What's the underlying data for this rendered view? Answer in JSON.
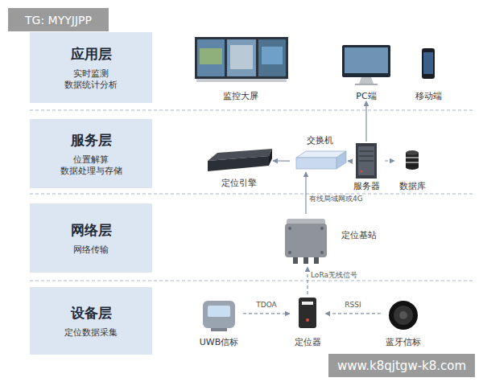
{
  "diagram": {
    "nodes": [
      {
        "text": [
          "应用层",
          "实时监测 数据统计分析"
        ]
      },
      {
        "text": [
          "监控大屏"
        ]
      },
      {
        "text": [
          "PC端"
        ]
      },
      {
        "text": [
          "移动端"
        ]
      },
      {
        "text": [
          "服务层",
          "位置解算 数据处理与存储"
        ]
      },
      {
        "text": [
          "定位引擎"
        ]
      },
      {
        "text": [
          "交换机"
        ]
      },
      {
        "text": [
          "服务器"
        ]
      },
      {
        "text": [
          "数据库"
        ]
      },
      {
        "text": [
          "网络层",
          "网络传输"
        ]
      },
      {
        "text": [
          "定位基站"
        ]
      },
      {
        "text": [
          "设备层",
          "定位数据采集"
        ]
      },
      {
        "text": [
          "UWB信标"
        ]
      },
      {
        "text": [
          "定位器"
        ]
      },
      {
        "text": [
          "蓝牙信标"
        ]
      }
    ],
    "edges": [
      {
        "from": 6,
        "to": 5,
        "arrow": "to"
      },
      {
        "from": 6,
        "to": 7,
        "arrow": "to"
      },
      {
        "from": 7,
        "to": 8,
        "arrow": "to"
      },
      {
        "from": 7,
        "to": 2,
        "arrow": "to"
      },
      {
        "from": 10,
        "to": 6,
        "label": "有线局域网或4G",
        "arrow": "to"
      },
      {
        "from": 13,
        "to": 10,
        "label": "LoRa无线信号",
        "arrow": "to"
      },
      {
        "from": 12,
        "to": 13,
        "label": "TDOA",
        "arrow": "to"
      },
      {
        "from": 14,
        "to": 13,
        "label": "RSSI",
        "arrow": "to"
      }
    ],
    "labels": [
      "TG: MYYJJPP",
      "www.k8qjtgw-k8.com"
    ]
  }
}
